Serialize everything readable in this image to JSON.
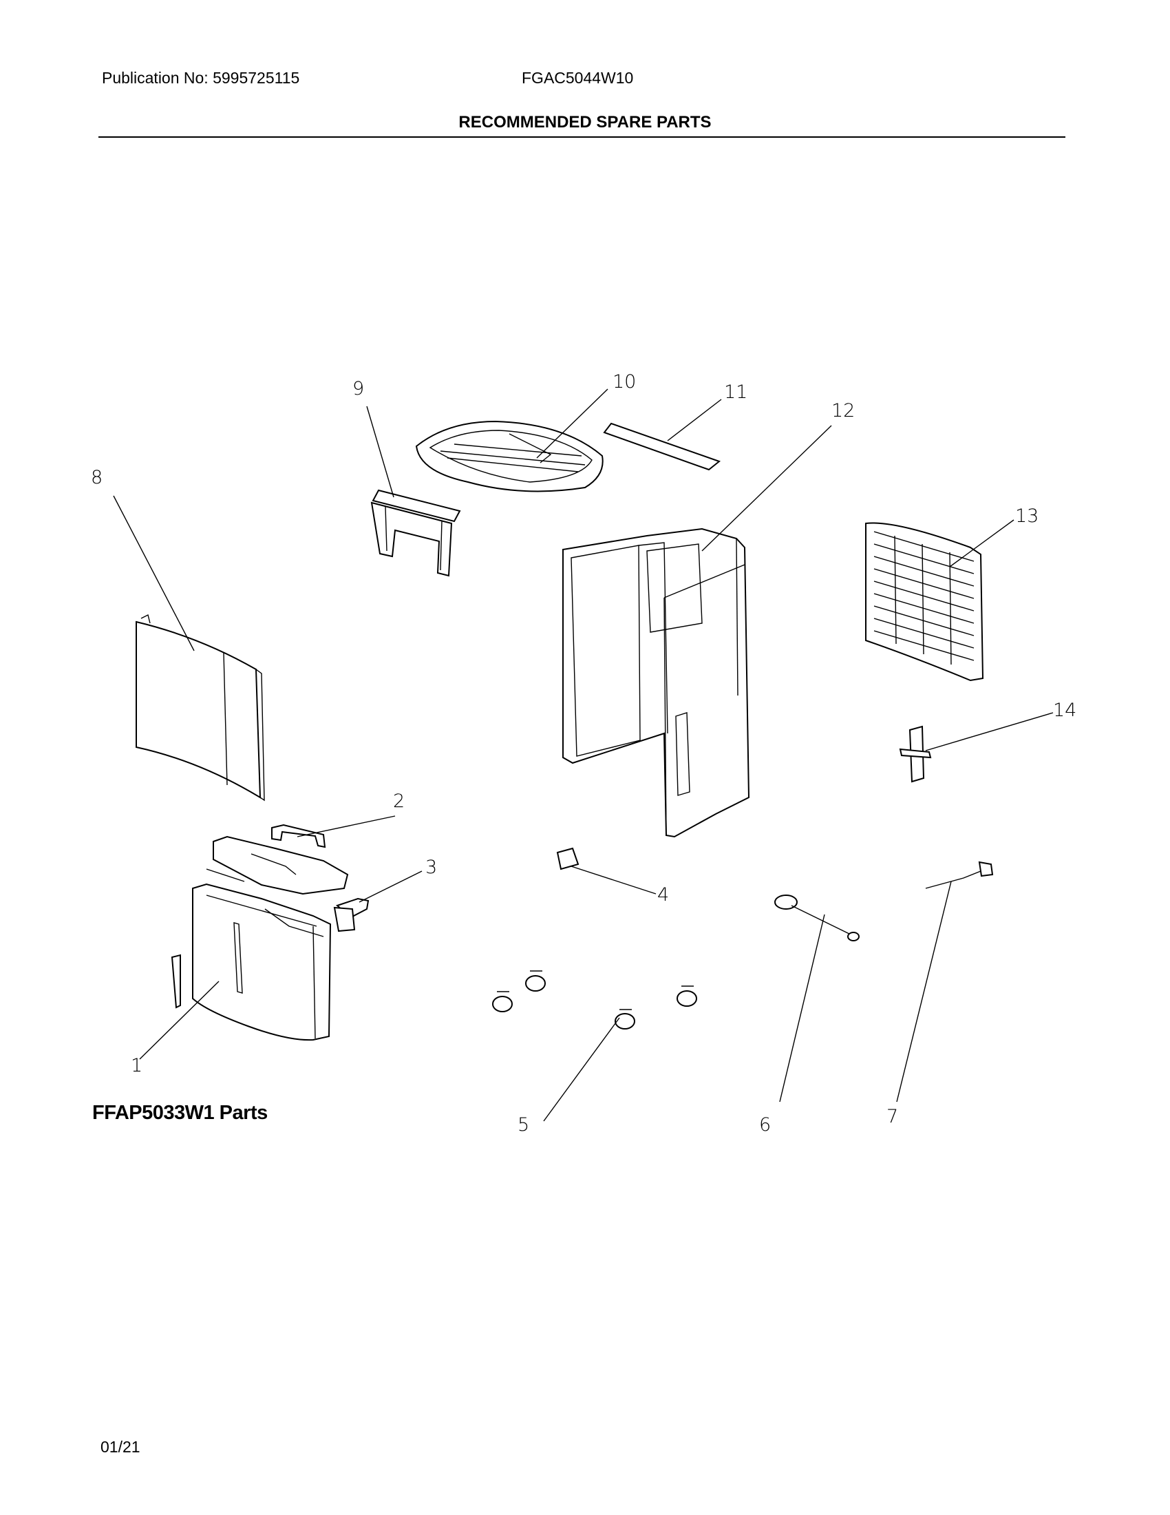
{
  "header": {
    "publication": "Publication No: 5995725115",
    "model": "FGAC5044W10",
    "title": "RECOMMENDED SPARE PARTS"
  },
  "diagram": {
    "callouts": [
      "1",
      "2",
      "3",
      "4",
      "5",
      "6",
      "7",
      "8",
      "9",
      "10",
      "11",
      "12",
      "13",
      "14"
    ]
  },
  "footer": {
    "parts_label": "FFAP5033W1 Parts",
    "date": "01/21"
  }
}
